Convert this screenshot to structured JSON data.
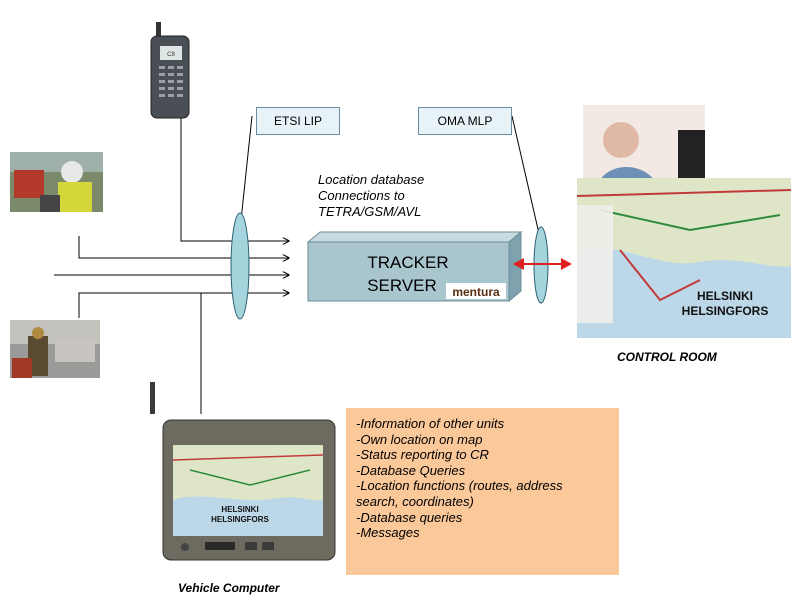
{
  "protocols": {
    "left": "ETSI LIP",
    "right": "OMA MLP"
  },
  "location_db": {
    "line1": "Location database",
    "line2": "Connections to",
    "line3": "TETRA/GSM/AVL"
  },
  "server": {
    "line1": "TRACKER",
    "line2": "SERVER",
    "logo": "mentura"
  },
  "control_room": {
    "caption": "CONTROL ROOM",
    "map_text1": "HELSINKI",
    "map_text2": "HELSINGFORS"
  },
  "vehicle_computer": {
    "caption": "Vehicle Computer",
    "map_text1": "HELSINKI",
    "map_text2": "HELSINGFORS"
  },
  "handset": {
    "screen_text": "C8"
  },
  "features": [
    "-Information of other units",
    "-Own location on map",
    "-Status reporting to CR",
    "-Database Queries",
    "-Location functions (routes, address",
    "search, coordinates)",
    "-Database queries",
    "-Messages"
  ],
  "colors": {
    "server_face": "#a9c6cf",
    "features_bg": "#fbc89a",
    "link_arrow": "#e02020",
    "lens": "#a5d4dd"
  }
}
